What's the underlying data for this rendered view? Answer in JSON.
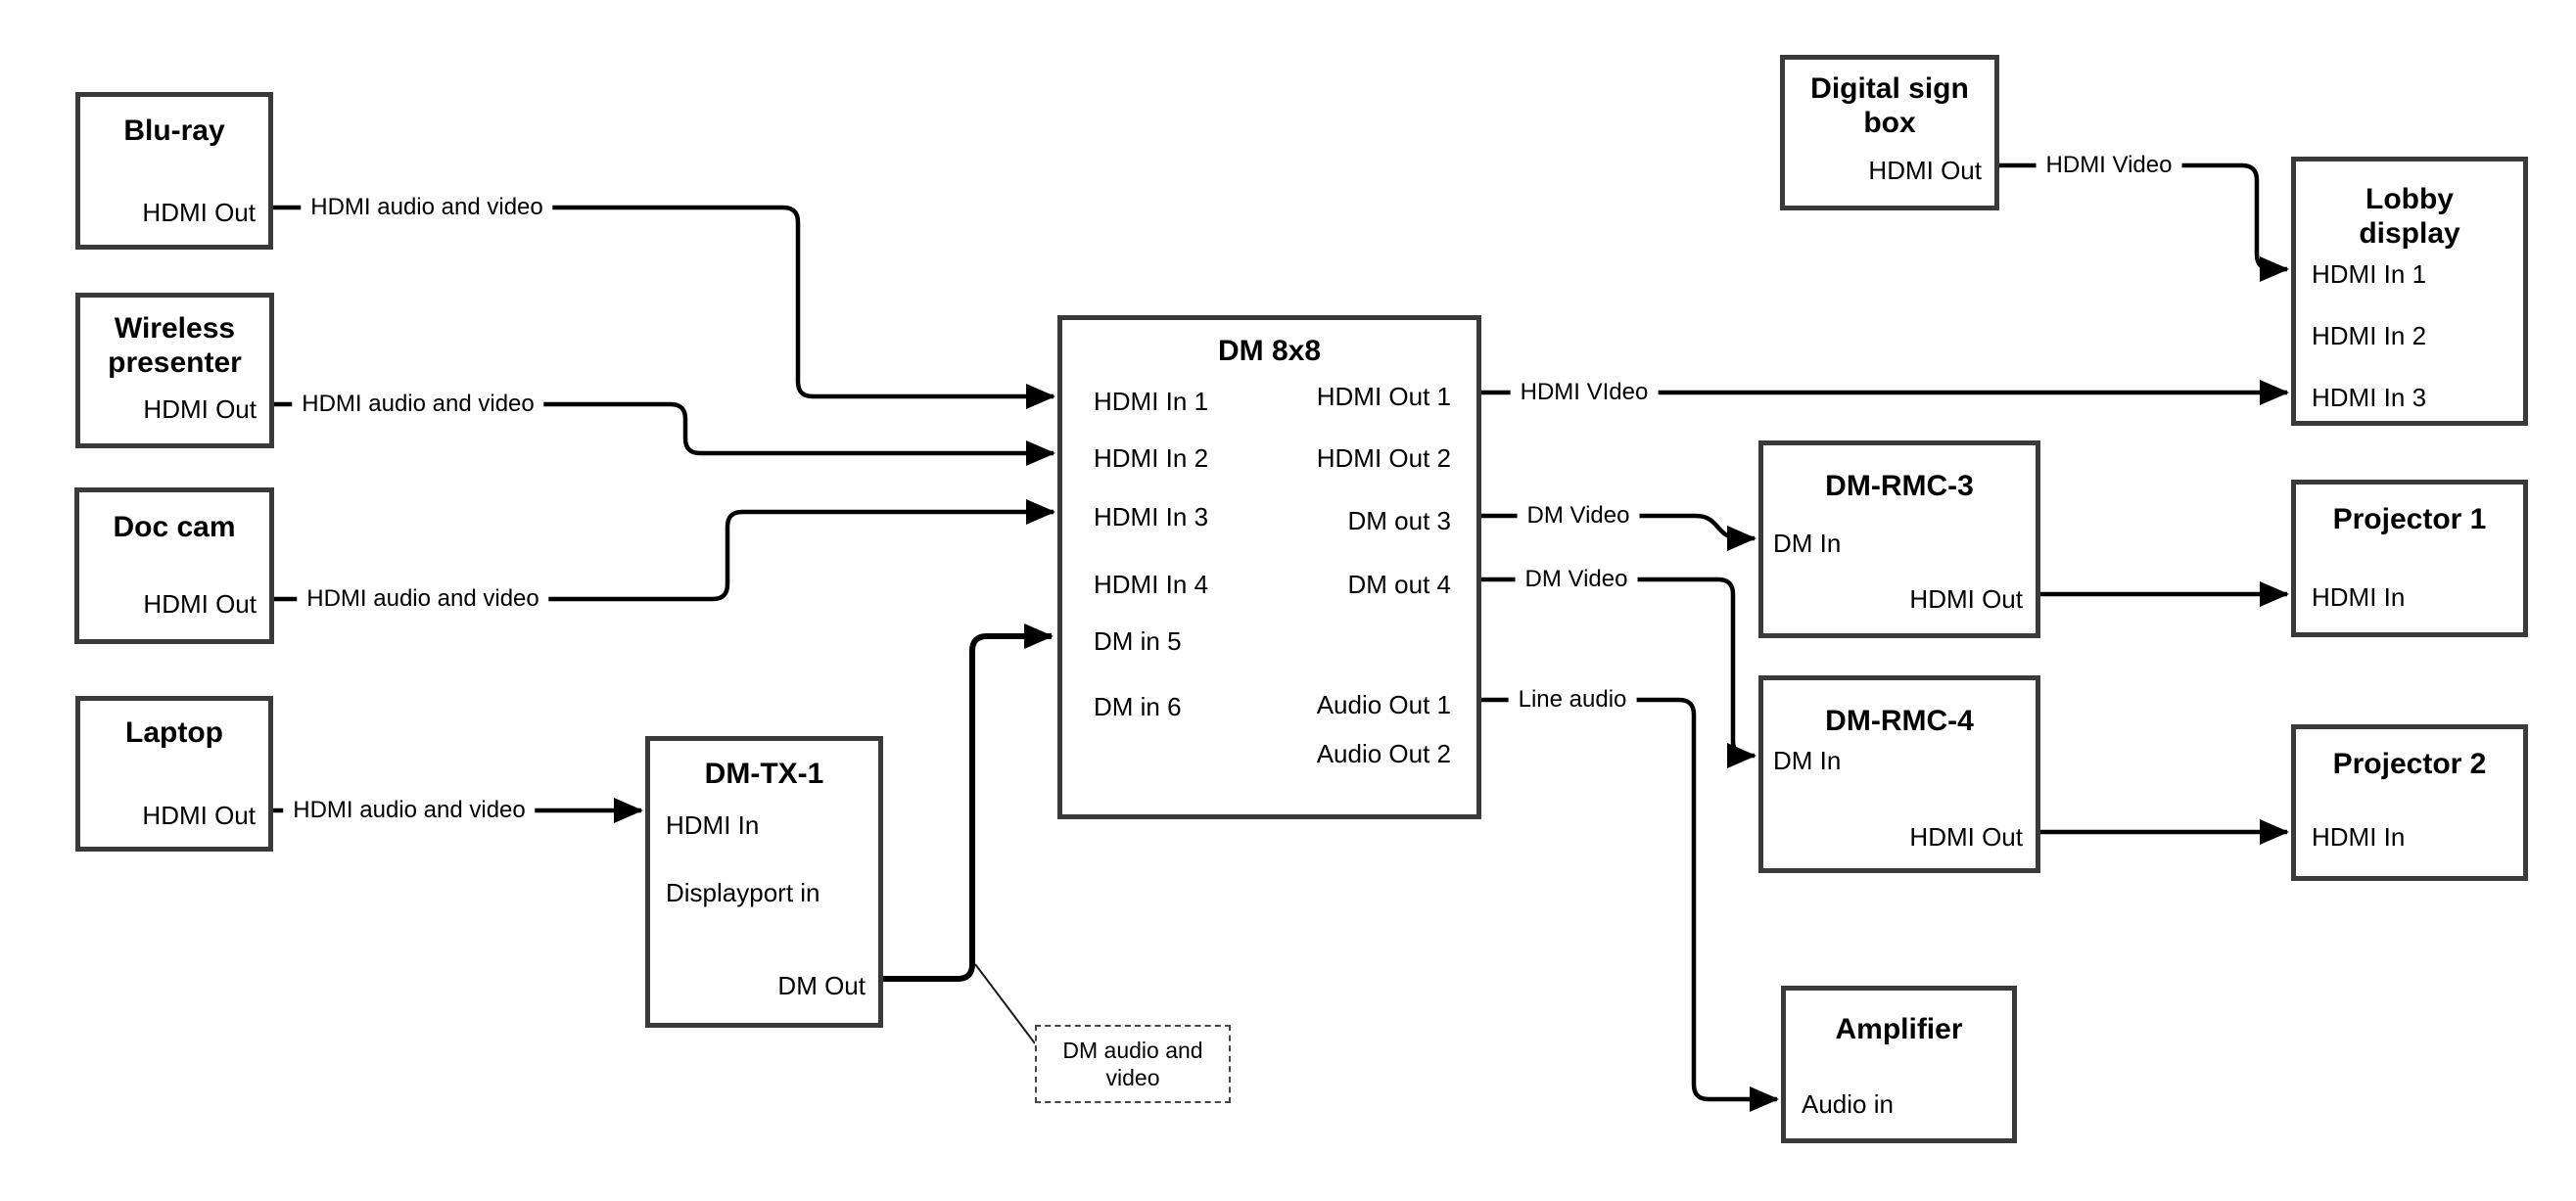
{
  "nodes": {
    "bluray": {
      "title": "Blu-ray",
      "port": "HDMI Out"
    },
    "wireless": {
      "title": "Wireless presenter",
      "port": "HDMI Out"
    },
    "doccam": {
      "title": "Doc cam",
      "port": "HDMI Out"
    },
    "laptop": {
      "title": "Laptop",
      "port": "HDMI Out"
    },
    "dmtx1": {
      "title": "DM-TX-1",
      "ports": [
        "HDMI In",
        "Displayport in",
        "DM Out"
      ]
    },
    "dm8x8": {
      "title": "DM 8x8",
      "inputs": [
        "HDMI In 1",
        "HDMI In 2",
        "HDMI In 3",
        "HDMI In 4",
        "DM in 5",
        "DM in 6"
      ],
      "outputs": [
        "HDMI Out 1",
        "HDMI Out 2",
        "DM out 3",
        "DM out 4",
        "Audio Out 1",
        "Audio Out 2"
      ]
    },
    "signbox": {
      "title": "Digital sign box",
      "port": "HDMI Out"
    },
    "lobby": {
      "title": "Lobby display",
      "inputs": [
        "HDMI In 1",
        "HDMI In 2",
        "HDMI In 3"
      ]
    },
    "rmc3": {
      "title": "DM-RMC-3",
      "ports": [
        "DM In",
        "HDMI Out"
      ]
    },
    "proj1": {
      "title": "Projector 1",
      "port": "HDMI In"
    },
    "rmc4": {
      "title": "DM-RMC-4",
      "ports": [
        "DM In",
        "HDMI Out"
      ]
    },
    "proj2": {
      "title": "Projector 2",
      "port": "HDMI In"
    },
    "amp": {
      "title": "Amplifier",
      "port": "Audio in"
    }
  },
  "edges": [
    {
      "from": "Blu-ray HDMI Out",
      "to": "DM 8x8 HDMI In 1",
      "label": "HDMI audio and video"
    },
    {
      "from": "Wireless presenter HDMI Out",
      "to": "DM 8x8 HDMI In 2",
      "label": "HDMI audio and video"
    },
    {
      "from": "Doc cam HDMI Out",
      "to": "DM 8x8 HDMI In 3",
      "label": "HDMI audio and video"
    },
    {
      "from": "Laptop HDMI Out",
      "to": "DM-TX-1 HDMI In",
      "label": "HDMI audio and video"
    },
    {
      "from": "DM-TX-1 DM Out",
      "to": "DM 8x8 DM in 5",
      "label": ""
    },
    {
      "from": "DM 8x8 HDMI Out 1",
      "to": "Lobby display HDMI In 3",
      "label": "HDMI VIdeo"
    },
    {
      "from": "Digital sign box HDMI Out",
      "to": "Lobby display HDMI In 1",
      "label": "HDMI Video"
    },
    {
      "from": "DM 8x8 DM out 3",
      "to": "DM-RMC-3 DM In",
      "label": "DM Video"
    },
    {
      "from": "DM 8x8 DM out 4",
      "to": "DM-RMC-4 DM In",
      "label": "DM Video"
    },
    {
      "from": "DM 8x8 Audio Out 1",
      "to": "Amplifier Audio in",
      "label": "Line audio"
    },
    {
      "from": "DM-RMC-3 HDMI Out",
      "to": "Projector 1 HDMI In",
      "label": ""
    },
    {
      "from": "DM-RMC-4 HDMI Out",
      "to": "Projector 2 HDMI In",
      "label": ""
    }
  ],
  "callout": {
    "text": "DM audio and video"
  },
  "colors": {
    "background": "#ffffff",
    "wire": "#000000",
    "box_border": "#3a3a3a",
    "text": "#000000"
  }
}
